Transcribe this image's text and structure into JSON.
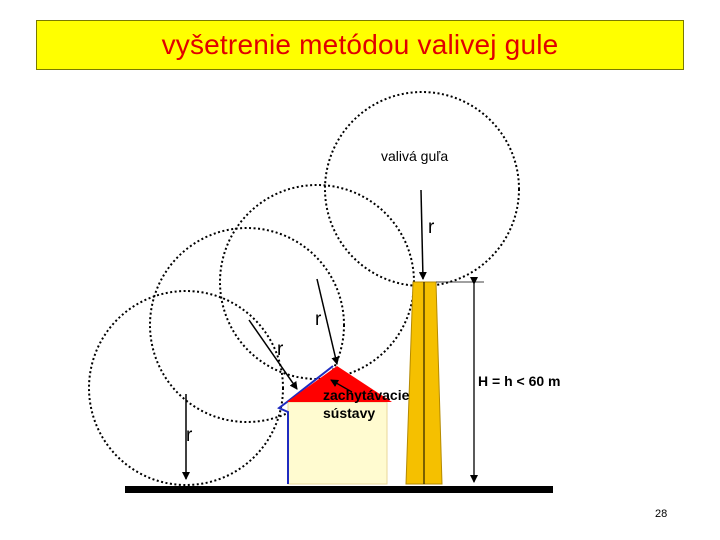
{
  "title": "vyšetrenie metódou valivej gule",
  "labels": {
    "rolling_sphere": "valivá guľa",
    "r": "r",
    "height": "H = h < 60 m",
    "air_terminal_line1": "zachytávacie",
    "air_terminal_line2": "sústavy"
  },
  "page_number": "28",
  "colors": {
    "title_bg": "#ffff00",
    "title_text": "#e00000",
    "roof": "#ff0000",
    "roof_edge": "#1f2bbf",
    "house_wall": "#fffbd0",
    "mast": "#f5c000",
    "ground": "#000000"
  }
}
